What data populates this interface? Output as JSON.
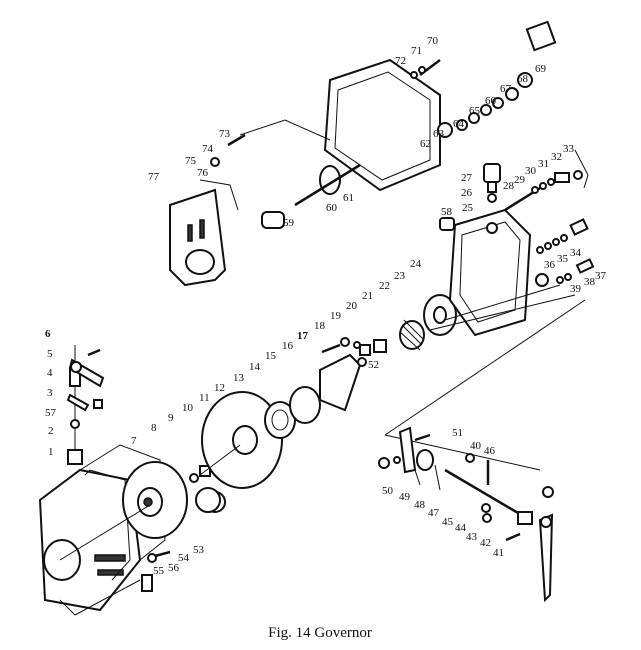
{
  "figure": {
    "caption": "Fig. 14 Governor",
    "labels": [
      "1",
      "2",
      "3",
      "4",
      "5",
      "6",
      "7",
      "8",
      "9",
      "10",
      "11",
      "12",
      "13",
      "14",
      "15",
      "16",
      "17",
      "18",
      "19",
      "20",
      "21",
      "22",
      "23",
      "24",
      "25",
      "26",
      "27",
      "28",
      "29",
      "30",
      "31",
      "32",
      "33",
      "34",
      "35",
      "36",
      "37",
      "38",
      "39",
      "40",
      "41",
      "42",
      "43",
      "44",
      "45",
      "46",
      "47",
      "48",
      "49",
      "50",
      "51",
      "52",
      "53",
      "54",
      "55",
      "56",
      "57",
      "58",
      "59",
      "60",
      "61",
      "62",
      "63",
      "64",
      "65",
      "66",
      "67",
      "68",
      "69",
      "70",
      "71",
      "72",
      "73",
      "74",
      "75",
      "76",
      "77"
    ]
  }
}
